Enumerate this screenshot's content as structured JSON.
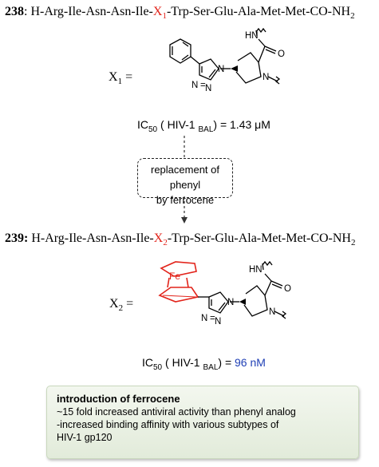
{
  "header": {
    "compound_238": {
      "number": "238",
      "sep": ":",
      "prefix": " H-Arg-Ile-Asn-Asn-Ile-",
      "x_label": "X",
      "x_sub": "1",
      "suffix": "-Trp-Ser-Glu-Ala-Met-Met-CO-NH",
      "nh_sub": "2"
    }
  },
  "structure_238": {
    "x_label": "X",
    "x_sub": "1",
    "eq": " =",
    "atoms": {
      "hn": "HN",
      "o": "O",
      "n_ring": "N",
      "n1": "N",
      "n2": "N",
      "n3": "N"
    },
    "ic50": {
      "label": "IC",
      "label_sub": "50",
      "paren_open": " ( HIV-1 ",
      "strain_sub": "BAL",
      "paren_close": ") = ",
      "value": "1.43 μM"
    }
  },
  "transition": {
    "line1": "replacement of phenyl",
    "line2": "by ferrocene"
  },
  "compound_239": {
    "number": "239:",
    "prefix": " H-Arg-Ile-Asn-Asn-Ile-",
    "x_label": "X",
    "x_sub": "2",
    "suffix": "-Trp-Ser-Glu-Ala-Met-Met-CO-NH",
    "nh_sub": "2"
  },
  "structure_239": {
    "x_label": "X",
    "x_sub": "2",
    "eq": " =",
    "atoms": {
      "fe": "Fe",
      "hn": "HN",
      "o": "O",
      "n_ring": "N",
      "n1": "N",
      "n2": "N",
      "n3": "N"
    },
    "ic50": {
      "label": "IC",
      "label_sub": "50",
      "paren_open": " ( HIV-1 ",
      "strain_sub": "BAL",
      "paren_close": ") = ",
      "value": "96 nM"
    }
  },
  "summary": {
    "title": "introduction of ferrocene",
    "line1": "~15 fold increased antiviral activity than phenyl analog",
    "line2": "-increased binding affinity with various subtypes of",
    "line3": "HIV-1 gp120"
  },
  "colors": {
    "ferrocene": "#e2231a",
    "value_highlight": "#1f3fb5",
    "box_bg": "#e7efdf"
  }
}
